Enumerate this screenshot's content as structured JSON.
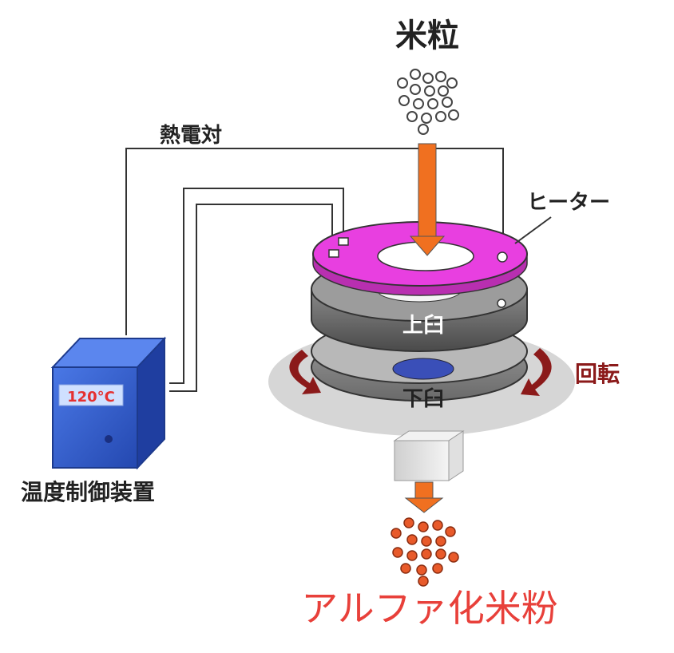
{
  "labels": {
    "rice_grain": "米粒",
    "thermocouple": "熱電対",
    "heater": "ヒーター",
    "upper_millstone": "上臼",
    "lower_millstone": "下臼",
    "rotation": "回転",
    "temperature_controller": "温度制御装置",
    "controller_display": "120°C",
    "output_product": "アルファ化米粉"
  },
  "colors": {
    "heater": "#e83fe0",
    "arrow": "#f07020",
    "controller_box": "#2f5fd0",
    "rotation_arrow": "#8b1a1a",
    "output_text": "#e8403a",
    "output_grains": "#e85a2a",
    "display_text": "#e53030"
  }
}
